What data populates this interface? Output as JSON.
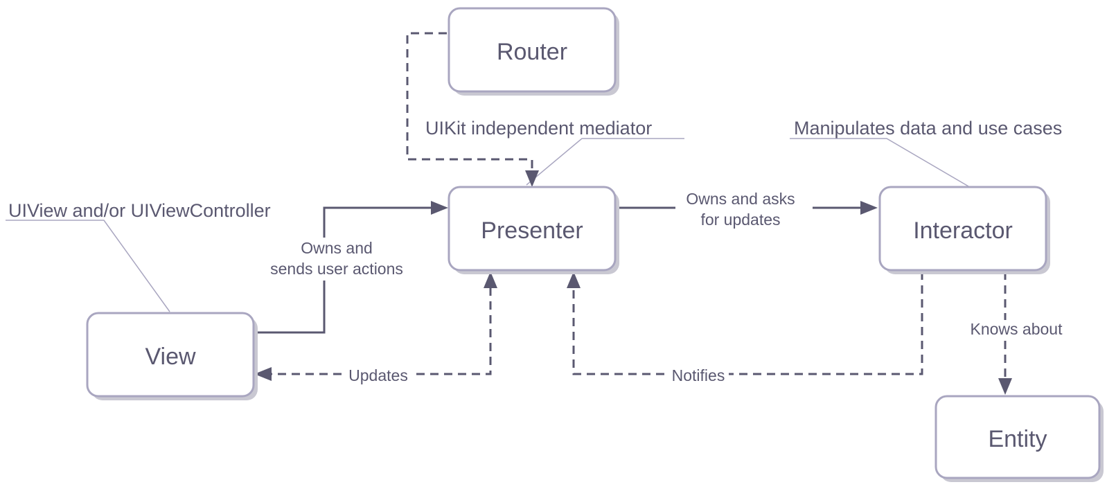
{
  "boxes": {
    "router": "Router",
    "presenter": "Presenter",
    "interactor": "Interactor",
    "view": "View",
    "entity": "Entity"
  },
  "notes": {
    "presenter_note": "UIKit independent mediator",
    "interactor_note": "Manipulates data and use cases",
    "view_note": "UIView and/or UIViewController"
  },
  "edges": {
    "view_to_presenter": [
      "Owns and",
      "sends user actions"
    ],
    "presenter_to_interactor": [
      "Owns and asks",
      "for updates"
    ],
    "presenter_to_view": "Updates",
    "interactor_to_presenter": "Notifies",
    "interactor_to_entity": "Knows about"
  },
  "colors": {
    "stroke": "#5a5870",
    "box_border": "#a9a6c0",
    "shadow": "#c9c8d2",
    "background": "#ffffff"
  }
}
